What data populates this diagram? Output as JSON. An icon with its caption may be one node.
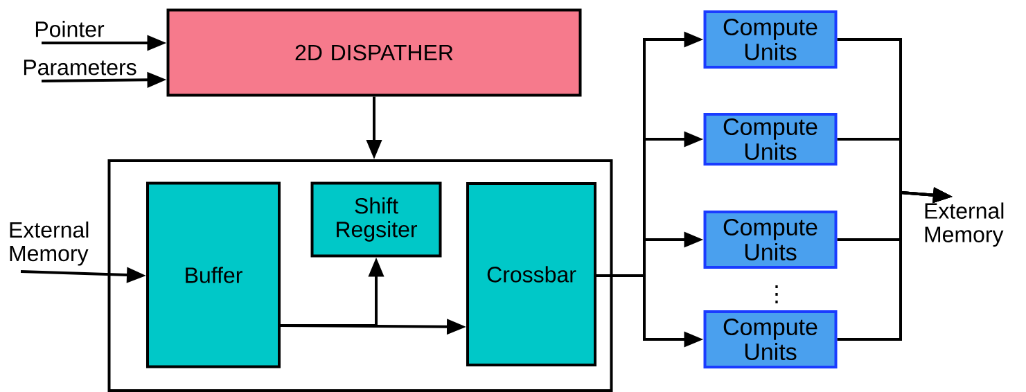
{
  "diagram": {
    "nodes": [
      {
        "text": [
          "Pointer"
        ]
      },
      {
        "text": [
          "Parameters"
        ]
      },
      {
        "text": [
          "2D DISPATHER"
        ]
      },
      {
        "text": [],
        "shape": "box"
      },
      {
        "text": [
          "Buffer"
        ],
        "in": 3
      },
      {
        "text": [
          "Shift Regsiter"
        ],
        "in": 3
      },
      {
        "text": [
          "Crossbar"
        ],
        "in": 3
      },
      {
        "text": [
          "External Memory"
        ]
      },
      {
        "text": [
          "Compute Units"
        ]
      },
      {
        "text": [
          "Compute Units"
        ]
      },
      {
        "text": [
          "Compute Units"
        ]
      },
      {
        "text": [
          "Compute Units"
        ]
      },
      {
        "text": [
          "External Memory"
        ]
      }
    ],
    "edges": [
      {
        "from": 0,
        "to": 2,
        "arrow": "to"
      },
      {
        "from": 1,
        "to": 2,
        "arrow": "to"
      },
      {
        "from": 2,
        "to": 3,
        "arrow": "to"
      },
      {
        "from": 7,
        "to": 4,
        "arrow": "to"
      },
      {
        "from": 4,
        "to": 5,
        "arrow": "to"
      },
      {
        "from": 4,
        "to": 6,
        "arrow": "to"
      },
      {
        "from": 6,
        "to": 8,
        "arrow": "to"
      },
      {
        "from": 6,
        "to": 9,
        "arrow": "to"
      },
      {
        "from": 6,
        "to": 10,
        "arrow": "to"
      },
      {
        "from": 6,
        "to": 11,
        "arrow": "to"
      },
      {
        "from": 8,
        "to": 12,
        "arrow": "to"
      },
      {
        "from": 9,
        "to": 12,
        "arrow": "to"
      },
      {
        "from": 10,
        "to": 12,
        "arrow": "to"
      },
      {
        "from": 11,
        "to": 12,
        "arrow": "to"
      }
    ],
    "labels": [
      "⋮"
    ]
  }
}
